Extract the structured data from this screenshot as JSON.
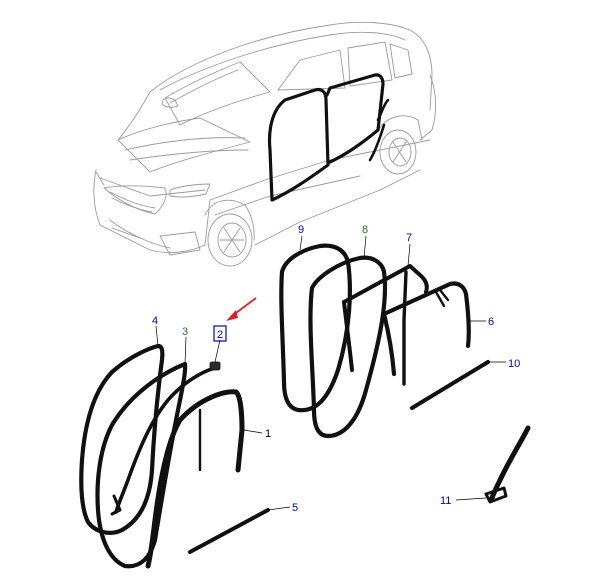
{
  "diagram": {
    "callouts": [
      {
        "id": "c1",
        "label": "1",
        "color": "#000000"
      },
      {
        "id": "c2",
        "label": "2",
        "color": "#0000cc",
        "highlight_color": "#0000cc"
      },
      {
        "id": "c3",
        "label": "3",
        "color": "#1a7a1a"
      },
      {
        "id": "c4",
        "label": "4",
        "color": "#0000cc"
      },
      {
        "id": "c5",
        "label": "5",
        "color": "#0000cc"
      },
      {
        "id": "c6",
        "label": "6",
        "color": "#0000cc"
      },
      {
        "id": "c7",
        "label": "7",
        "color": "#0000cc"
      },
      {
        "id": "c8",
        "label": "8",
        "color": "#1a7a1a"
      },
      {
        "id": "c9",
        "label": "9",
        "color": "#0000cc"
      },
      {
        "id": "c10",
        "label": "10",
        "color": "#0000cc"
      },
      {
        "id": "c11",
        "label": "11",
        "color": "#0000cc"
      }
    ],
    "indicator_arrow_color": "#e02020",
    "seal_color": "#111111",
    "car_outline_color": "#9a9a9a"
  }
}
